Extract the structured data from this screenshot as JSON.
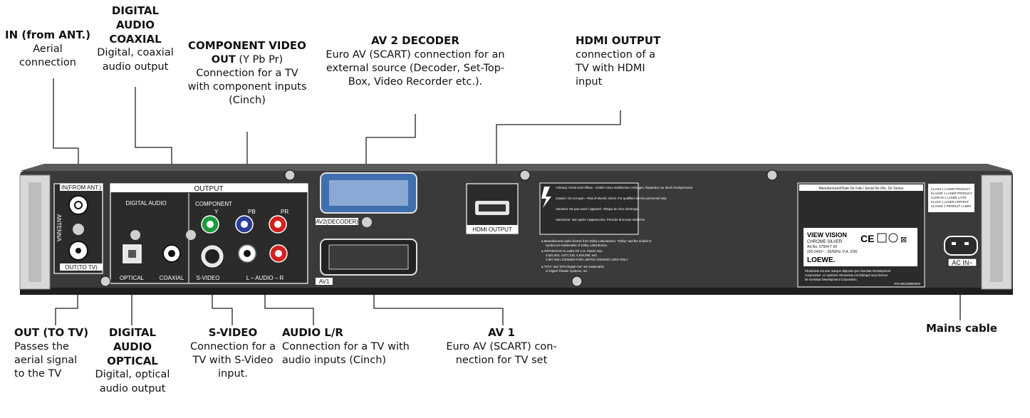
{
  "callouts": {
    "in_ant": {
      "title": "IN (from ANT.)",
      "desc": [
        "Aerial",
        "connection"
      ]
    },
    "digital_coax": {
      "title": [
        "DIGITAL",
        "AUDIO",
        "COAXIAL"
      ],
      "desc": [
        "Digital, coaxial",
        "audio output"
      ]
    },
    "component": {
      "title": "COMPONENT VIDEO",
      "title2_bold": "OUT",
      "title2_rest": " (Y Pb Pr)",
      "desc": [
        "Connection for a TV",
        "with component inputs",
        "(Cinch)"
      ]
    },
    "av2": {
      "title": "AV 2 DECODER",
      "desc": [
        "Euro AV (SCART) connection for an",
        "external source (Decoder, Set-Top-",
        "Box, Video Recorder etc.)."
      ]
    },
    "hdmi": {
      "title": "HDMI OUTPUT",
      "desc": [
        "connection of a",
        "TV with HDMI",
        "input"
      ]
    },
    "out_tv": {
      "title": "OUT (TO TV)",
      "desc": [
        "Passes the",
        "aerial signal",
        "to the TV"
      ]
    },
    "digital_optical": {
      "title": [
        "DIGITAL",
        "AUDIO",
        "OPTICAL"
      ],
      "desc": [
        "Digital, optical",
        "audio output"
      ]
    },
    "svideo": {
      "title": "S-VIDEO",
      "desc": [
        "Connection for a",
        "TV with S-Video",
        "input."
      ]
    },
    "audio_lr": {
      "title": "AUDIO L/R",
      "desc": [
        "Connection for a TV with",
        "audio inputs (Cinch)"
      ]
    },
    "av1": {
      "title": "AV 1",
      "desc": [
        "Euro AV (SCART) con-",
        "nection for TV set"
      ]
    },
    "mains": {
      "title": "Mains cable"
    }
  },
  "panel": {
    "in_from_ant": "IN(FROM ANT.)",
    "antenna": "ANTENNA",
    "out_to_tv": "OUT(TO TV)",
    "output": "OUTPUT",
    "digital_audio": "DIGITAL AUDIO",
    "component": "COMPONENT",
    "y": "Y",
    "pb": "PB",
    "pr": "PR",
    "optical": "OPTICAL",
    "coaxial": "COAXIAL",
    "s_video": "S-VIDEO",
    "audio_lr": "L – AUDIO – R",
    "av2_decoder": "AV2(DECODER)",
    "av1": "AV1",
    "hdmi_output": "HDMI OUTPUT",
    "ac_in": "AC IN~",
    "manufactured": "Manufactured/Date De Fab./ Serial No./No. De Series",
    "brand": "VIEW VISION",
    "model": "CHROME SILVER",
    "art_no": "Art.No. 67504 T 00",
    "power": "220-240V~ , 50/60Hz, P.A. 22W",
    "loewe": "LOEWE.",
    "laser": [
      "CLASS 1 LASER PRODUCT",
      "KLASSE 1 LASER PRODUKT",
      "LUOKAN 1 LASER LAITE",
      "KLASS 1 LASER APPARAT",
      "CLASSE 1 PRODUIT LASER"
    ],
    "warnings": [
      "Achtung: Gerät nicht öffnen - Gefahr eines elektrischen Schlages. Reparatur nur durch Fachpersonal.",
      "Caution: Do not open - Risk of electric shock. For qualified Service personnel only.",
      "Attention: Ne pas ouvrir l appareil - Risque de choc électrique.",
      "Attenzione: Non aprire l apparecchio. Pericolo di scosse elettriche."
    ],
    "dolby": [
      "● Manufactured under license from Dolby Laboratories. \"Dolby\" and the double-D",
      "symbol are trademarks of Dolby Laboratories.",
      "● APPARATUS CLAIMS OF U.S. Patent Nos.",
      "4,631,603, 4,577,216, 4,819,098, and",
      "4,907,093 LICENSED FOR LIMITED VIEWING USES ONLY.",
      "● \"DTS\" and \"DTS Digital Out\" are trademarks",
      "of Digital Theater Systems, Inc."
    ],
    "showview": [
      "ShowView est une marque déposée par Gemstar Development",
      "Corporation. Le système ShowView est fabriqué sous licence",
      "de Gemstar Development Corporation."
    ],
    "pn": "P/N MEZ39960002"
  }
}
